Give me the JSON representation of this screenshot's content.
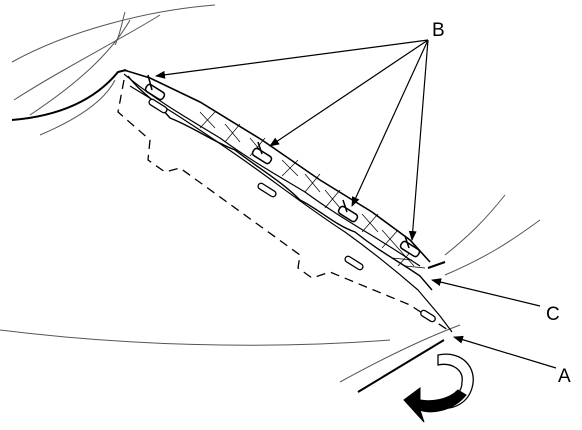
{
  "callouts": {
    "a": "A",
    "b": "B",
    "c": "C"
  },
  "icons": {
    "rotation": "curved-arrow-icon"
  },
  "colors": {
    "line": "#000000",
    "thin_line": "#555555",
    "arrow_fill": "#000000",
    "background": "#ffffff"
  }
}
